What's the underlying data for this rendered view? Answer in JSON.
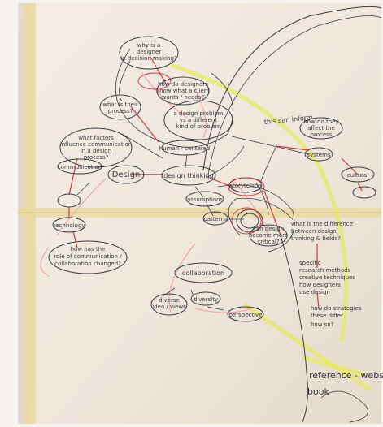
{
  "colors": {
    "paper": "#efe8de",
    "paper_shadow": "#d8cfc2",
    "tape": "#ead9a0",
    "pencil": "#3c3c46",
    "red": "#d9363e",
    "pink": "#f0a6ab",
    "highlighter": "#e7ea5a"
  },
  "nodes": {
    "design": "Design",
    "design_thinking": "design thinking",
    "human_centered": "human - centered",
    "assumptions": "assumptions",
    "patterns": "patterns",
    "storytelling": "storytelling",
    "communication": "communication",
    "technology": "technology",
    "collaboration": "collaboration",
    "diversity": "diversity",
    "perspective": "perspective",
    "systems": "systems",
    "cultural": "cultural",
    "this_can_inform": "this can inform",
    "reference": "reference - website",
    "book": "book"
  },
  "notes": {
    "why_designer_line1": "why is a",
    "why_designer_line2": "designer",
    "why_designer_line3": "in decision making?",
    "how_do_designers_line1": "how do designers",
    "how_do_designers_line2": "know what a client",
    "how_do_designers_line3": "wants / needs?",
    "what_is_their_line1": "what is their",
    "what_is_their_line2": "process?",
    "problem_line1": "a design problem",
    "problem_line2": "vs a different",
    "problem_line3": "kind of problem",
    "what_factors_line1": "what factors",
    "what_factors_line2": "influence communication",
    "what_factors_line3": "in a design",
    "what_factors_line4": "process?",
    "how_has_line1": "how has the",
    "how_has_line2": "role of communication /",
    "how_has_line3": "collaboration changed?",
    "how_they_line1": "how do they",
    "how_they_line2": "affect the",
    "how_they_line3": "process",
    "diverse_line1": "diverse",
    "diverse_line2": "idea / views",
    "can_design_line1": "can design",
    "can_design_line2": "become more",
    "can_design_line3": "critical?",
    "whats_diff_line1": "what is the difference",
    "whats_diff_line2": "between design",
    "whats_diff_line3": "thinking & fields?",
    "specific_line1": "specific",
    "specific_line2": "research methods",
    "specific_line3": "creative techniques",
    "specific_line4": "how designers",
    "specific_line5": "use design",
    "how_strategies_line1": "how do strategies",
    "how_strategies_line2": "these differ",
    "how_strategies_line3": "how so?"
  }
}
